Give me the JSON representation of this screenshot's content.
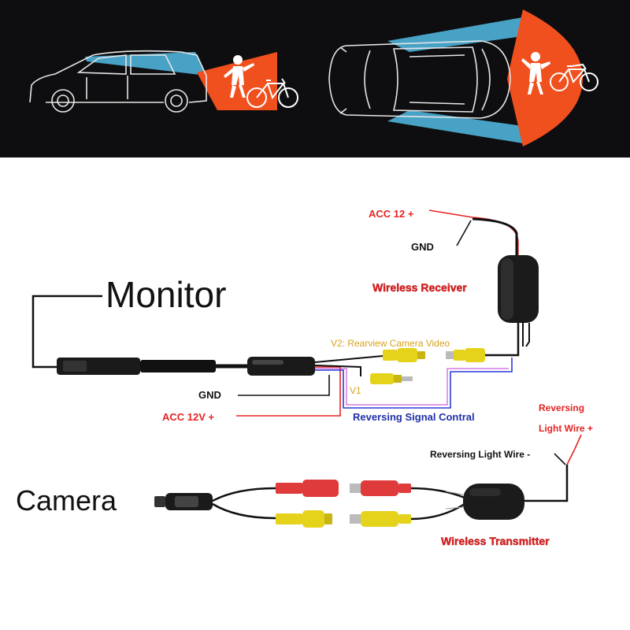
{
  "colors": {
    "background_top": "#0e0e10",
    "vehicle_line": "#e6e6e6",
    "camera_beam": "#4fb3d9",
    "view_zone": "#f0501e",
    "wire_black": "#111111",
    "wire_red": "#e52222",
    "wire_blue": "#2a3cd8",
    "rca_yellow": "#e5d21a",
    "rca_red": "#e03b3b",
    "label_red": "#e52222",
    "label_blue": "#1f2fa8",
    "label_gold": "#d9a21c"
  },
  "icons": [
    "side-view-car",
    "top-view-car",
    "child-figure",
    "bicycle",
    "wireless-module",
    "rca-plug"
  ],
  "labels": {
    "monitor": "Monitor",
    "camera": "Camera",
    "wireless_receiver": "Wireless Receiver",
    "wireless_transmitter": "Wireless Transmitter",
    "acc_12_plus": "ACC 12 +",
    "gnd_receiver": "GND",
    "gnd_monitor": "GND",
    "acc_12v_plus": "ACC 12V +",
    "v2": "V2: Rearview Camera Video",
    "v1": "V1",
    "reversing_signal": "Reversing Signal Contral",
    "reversing_light_plus_1": "Reversing",
    "reversing_light_plus_2": "Light Wire +",
    "reversing_light_minus": "Reversing Light Wire -"
  }
}
